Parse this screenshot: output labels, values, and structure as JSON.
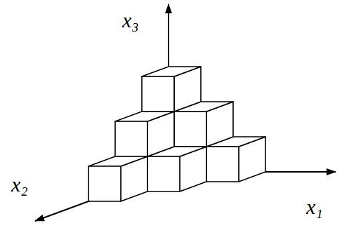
{
  "diagram": {
    "labels": [
      "x₃",
      "x₂",
      "x₁"
    ]
  }
}
